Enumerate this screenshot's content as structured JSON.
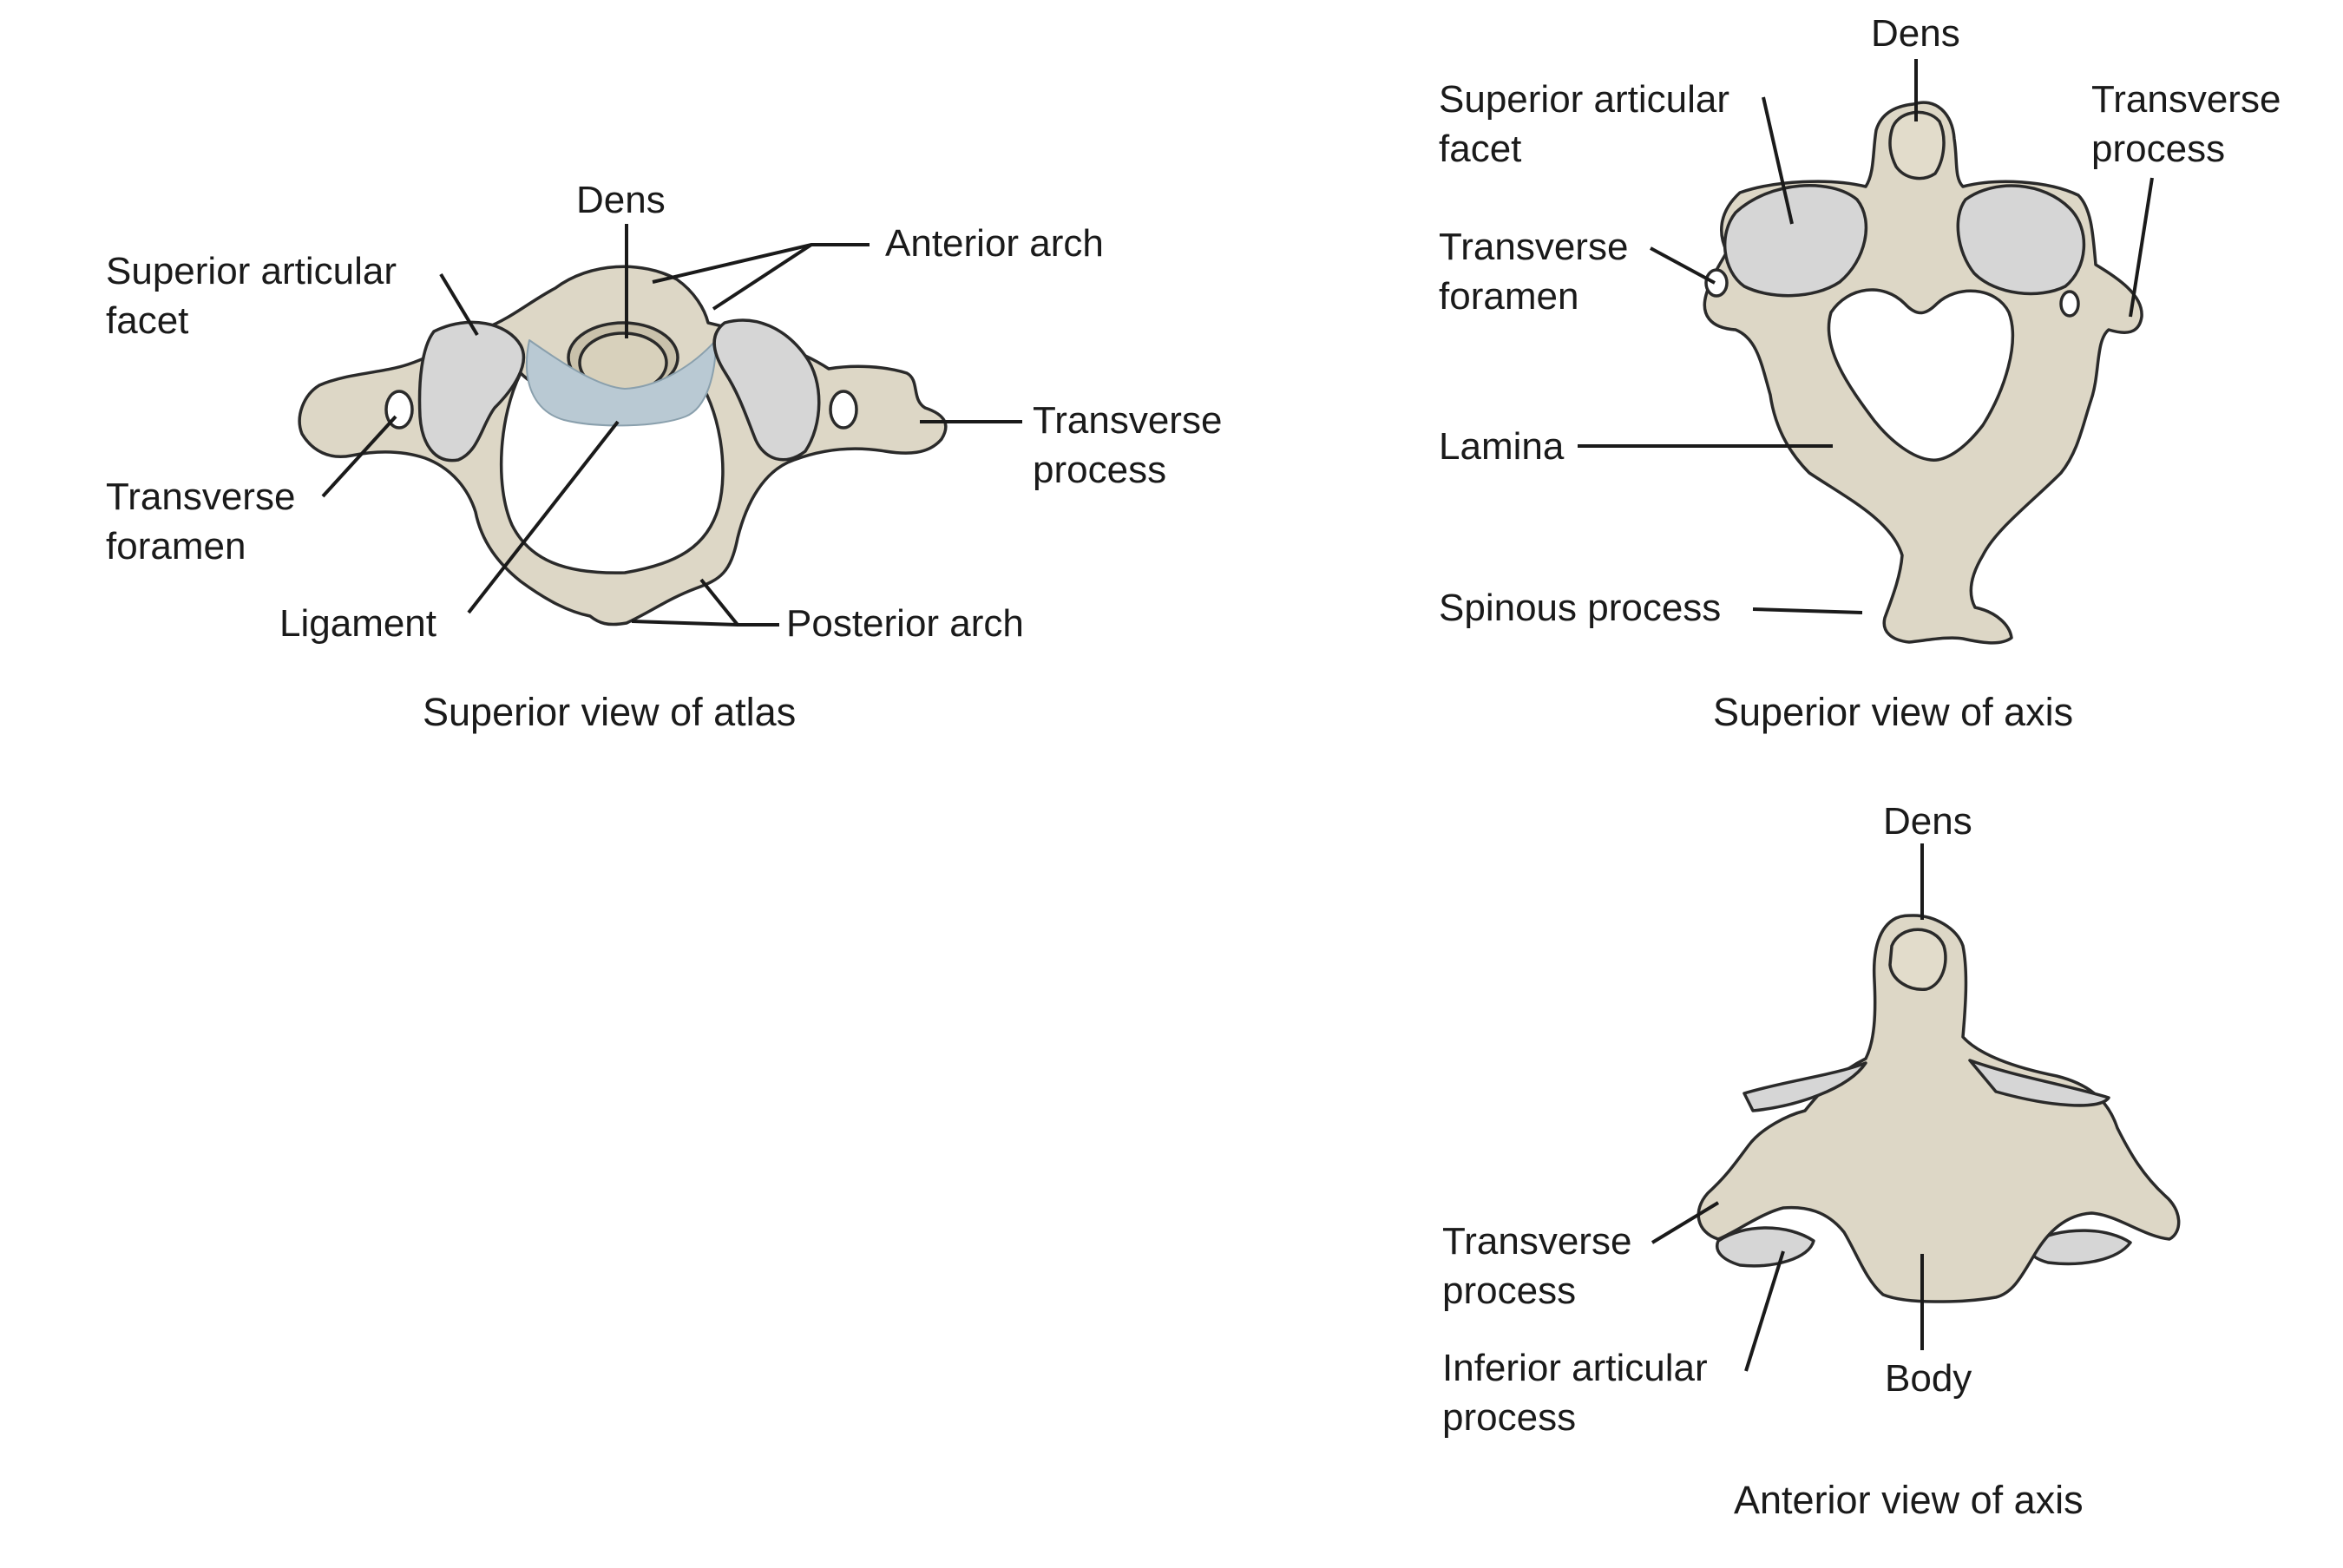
{
  "colors": {
    "bone": "#ddd7c6",
    "bone_shadow": "#c4bca6",
    "outline": "#2a2a2a",
    "facet": "#d6d6d6",
    "ligament": "#b9c9d3",
    "leader": "#1a1a1a"
  },
  "atlas": {
    "caption": "Superior view of atlas",
    "labels": {
      "dens": "Dens",
      "anterior_arch": "Anterior arch",
      "superior_articular_facet": "Superior articular\nfacet",
      "transverse_process": "Transverse\nprocess",
      "transverse_foramen": "Transverse\nforamen",
      "ligament": "Ligament",
      "posterior_arch": "Posterior arch"
    }
  },
  "axis_superior": {
    "caption": "Superior view of axis",
    "labels": {
      "dens": "Dens",
      "superior_articular_facet": "Superior articular\nfacet",
      "transverse_process": "Transverse\nprocess",
      "transverse_foramen": "Transverse\nforamen",
      "lamina": "Lamina",
      "spinous_process": "Spinous process"
    }
  },
  "axis_anterior": {
    "caption": "Anterior view of axis",
    "labels": {
      "dens": "Dens",
      "transverse_process": "Transverse\nprocess",
      "inferior_articular_process": "Inferior articular\nprocess",
      "body": "Body"
    }
  }
}
